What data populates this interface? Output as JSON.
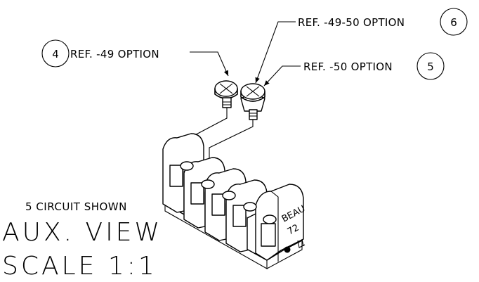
{
  "callouts": [
    {
      "number": "4",
      "text": "REF. -49 OPTION"
    },
    {
      "number": "6",
      "text": "REF. -49-50 OPTION"
    },
    {
      "number": "5",
      "text": "REF. -50 OPTION"
    }
  ],
  "notes": {
    "circuit": "5 CIRCUIT SHOWN",
    "view": "AUX. VIEW",
    "scale": "SCALE 1:1"
  },
  "marking": {
    "brand": "BEAU",
    "model": "72"
  }
}
